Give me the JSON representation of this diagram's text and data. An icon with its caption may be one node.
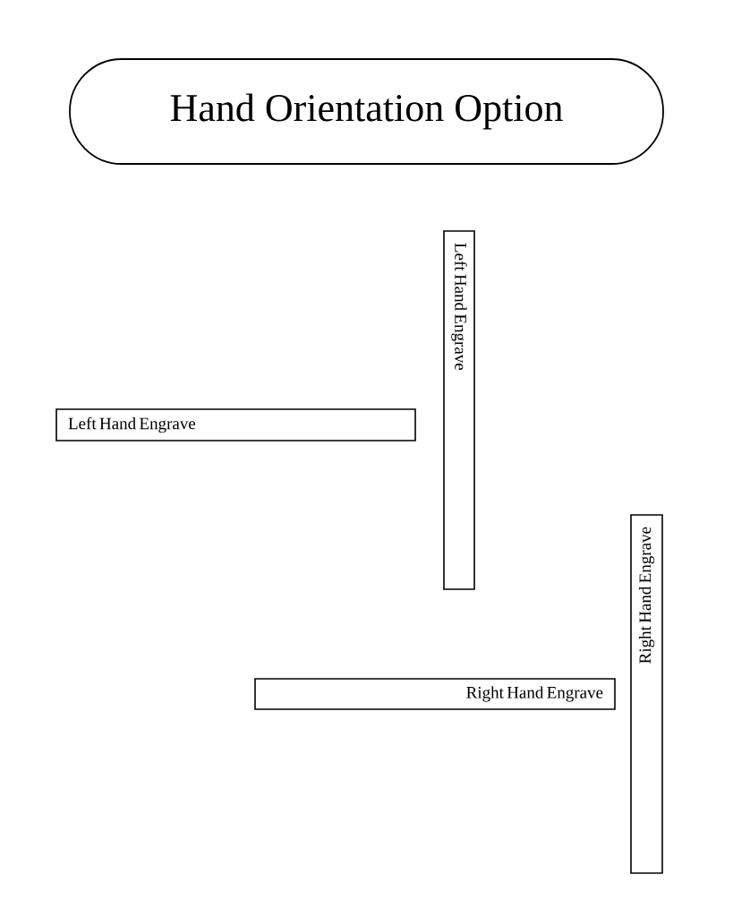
{
  "diagram": {
    "nodes": [
      {
        "text": [
          "Hand Orientation Option"
        ]
      },
      {
        "text": [
          "Left Hand Engrave"
        ]
      },
      {
        "text": [
          "Left Hand Engrave"
        ]
      },
      {
        "text": [
          "Right Hand Engrave"
        ]
      },
      {
        "text": [
          "Right Hand Engrave"
        ]
      }
    ]
  }
}
